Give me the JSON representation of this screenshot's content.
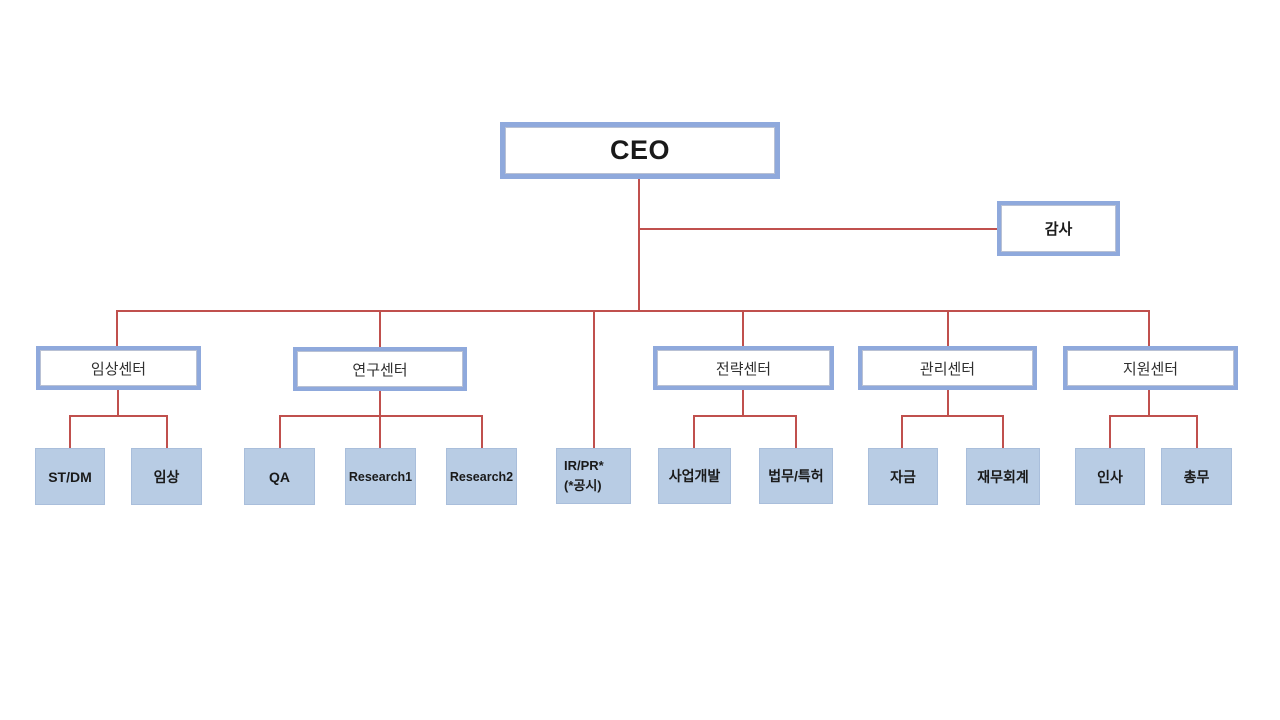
{
  "diagram": {
    "type": "organization-chart",
    "root": {
      "label": "CEO"
    },
    "audit": {
      "label": "감사"
    },
    "centers": [
      {
        "label": "임상센터",
        "children": [
          "ST/DM",
          "임상"
        ]
      },
      {
        "label": "연구센터",
        "children": [
          "QA",
          "Research1",
          "Research2"
        ]
      },
      {
        "label": "전략센터",
        "children": [
          "사업개발",
          "법무/특허"
        ]
      },
      {
        "label": "관리센터",
        "children": [
          "자금",
          "재무회계"
        ]
      },
      {
        "label": "지원센터",
        "children": [
          "인사",
          "총무"
        ]
      }
    ],
    "direct_report": {
      "line1": "IR/PR*",
      "line2": "(*공시)"
    }
  },
  "colors": {
    "box_border_blue": "#8FA9DC",
    "box_fill_light_blue": "#B8CCE4",
    "connector_red": "#C0504D",
    "text": "#1A1A1A",
    "background": "#FFFFFF"
  }
}
